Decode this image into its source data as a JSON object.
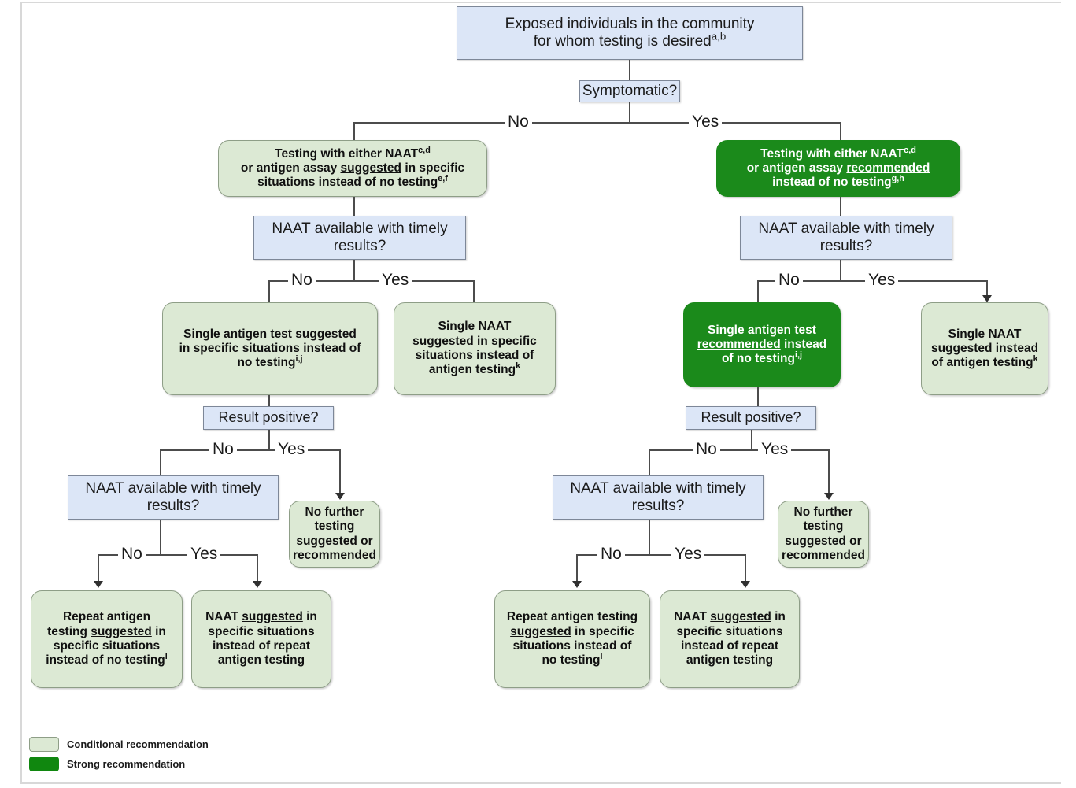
{
  "figure": {
    "type": "flowchart",
    "title_node": "Exposed individuals in the community\nfor whom testing is desired",
    "title_sup": "a,b",
    "colors": {
      "decision_fill": "#dce6f7",
      "decision_border": "#7d8798",
      "conditional_fill": "#dce9d4",
      "conditional_border": "#8e9e87",
      "strong_fill": "#1b8a1b",
      "line": "#4c4c4c"
    }
  },
  "nodes": {
    "root": {
      "line1": "Exposed individuals in the community",
      "line2": "for whom testing is desired",
      "sup": "a,b"
    },
    "symptomatic": {
      "label": "Symptomatic?"
    },
    "left": {
      "testing_box": {
        "line1": "Testing with either NAAT",
        "sup1": "c,d",
        "line2_pre": "or antigen assay ",
        "line2_u": "suggested",
        "line2_post": " in specific",
        "line3": "situations instead of no testing",
        "sup3": "e,f"
      },
      "naat_avail": {
        "line1": "NAAT available with timely",
        "line2": "results?"
      },
      "antigen_box": {
        "pre": "Single antigen test  ",
        "u": "suggested",
        "post": "\nin specific situations instead of\nno testing",
        "sup": "i,j"
      },
      "naat_box": {
        "line1": "Single NAAT",
        "u": "suggested",
        "post": " in specific\nsituations instead of\nantigen testing",
        "sup": "k"
      },
      "result_positive": {
        "label": "Result positive?"
      },
      "naat_avail2": {
        "line1": "NAAT available with timely",
        "line2": "results?"
      },
      "no_further": {
        "label": "No further\ntesting\nsuggested or\nrecommended"
      },
      "repeat_antigen": {
        "pre": "Repeat antigen\ntesting ",
        "u": "suggested",
        "post": " in\nspecific situations\ninstead of no testing",
        "sup": "l"
      },
      "naat_repeat": {
        "pre": "NAAT ",
        "u": "suggested",
        "post": " in\nspecific situations\ninstead of repeat\nantigen testing"
      }
    },
    "right": {
      "testing_box": {
        "line1": "Testing with either NAAT",
        "sup1": "c,d",
        "line2_pre": "or antigen assay ",
        "line2_u": "recommended",
        "line3": "instead of no testing",
        "sup3": "g,h"
      },
      "naat_avail": {
        "line1": "NAAT available with timely",
        "line2": "results?"
      },
      "antigen_box": {
        "pre": "Single antigen test\n",
        "u": "recommended",
        "post": " instead\nof no testing",
        "sup": "i,j"
      },
      "naat_box": {
        "line1": "Single NAAT\n",
        "u": "suggested",
        "post": " instead\nof antigen testing",
        "sup": "k"
      },
      "result_positive": {
        "label": "Result positive?"
      },
      "naat_avail2": {
        "line1": "NAAT available with timely",
        "line2": "results?"
      },
      "no_further": {
        "label": "No further\ntesting\nsuggested or\nrecommended"
      },
      "repeat_antigen": {
        "pre": "Repeat antigen testing\n",
        "u": "suggested",
        "post": " in specific\nsituations instead of\nno testing",
        "sup": "l"
      },
      "naat_repeat": {
        "pre": "NAAT ",
        "u": "suggested",
        "post": " in\nspecific situations\ninstead of repeat\nantigen testing"
      }
    }
  },
  "edge_labels": {
    "symptomatic_no": "No",
    "symptomatic_yes": "Yes",
    "left_naat_no": "No",
    "left_naat_yes": "Yes",
    "right_naat_no": "No",
    "right_naat_yes": "Yes",
    "left_result_no": "No",
    "left_result_yes": "Yes",
    "right_result_no": "No",
    "right_result_yes": "Yes",
    "left_naat2_no": "No",
    "left_naat2_yes": "Yes",
    "right_naat2_no": "No",
    "right_naat2_yes": "Yes"
  },
  "legend": {
    "conditional": "Conditional recommendation",
    "strong": "Strong recommendation"
  }
}
